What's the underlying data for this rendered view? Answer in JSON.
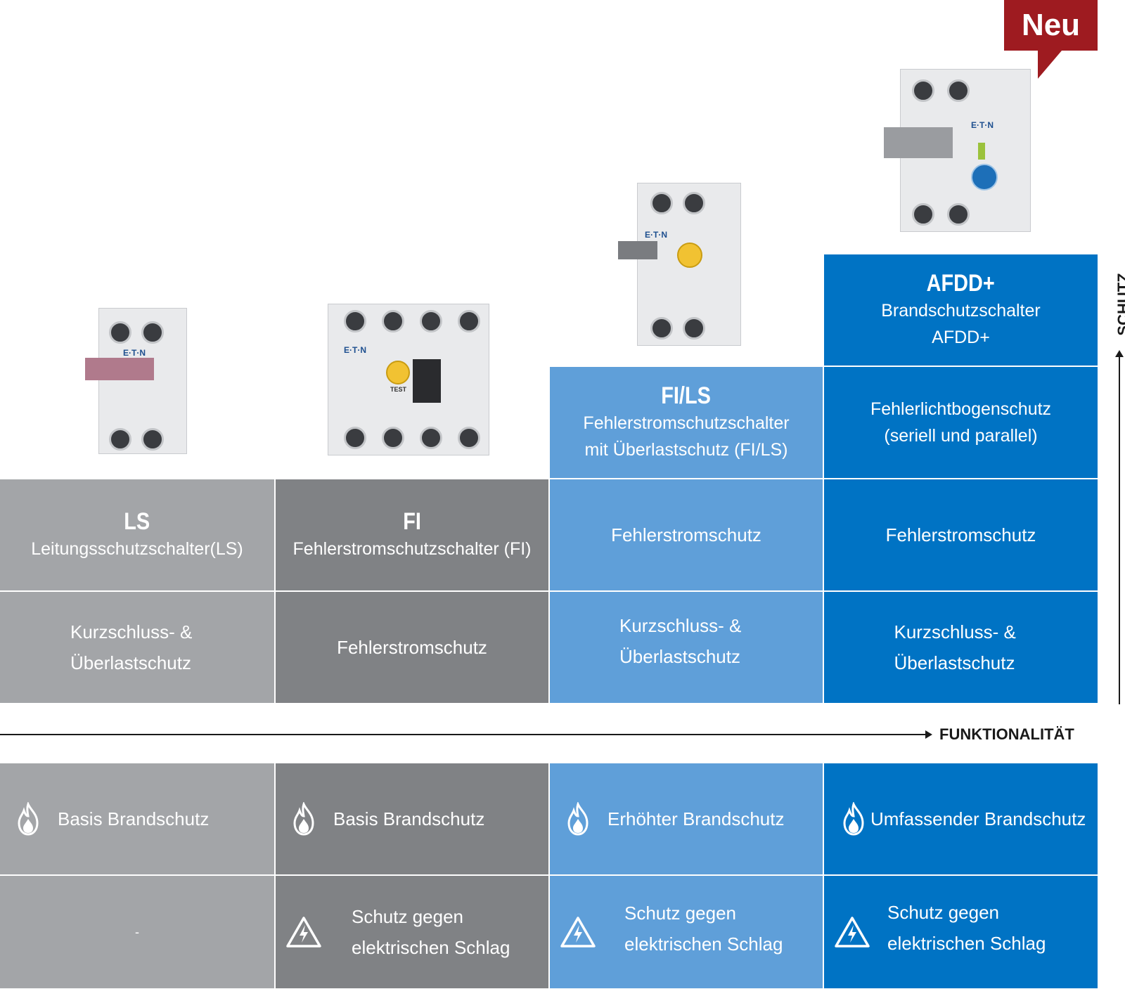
{
  "badge": {
    "label": "Neu"
  },
  "axis": {
    "x_label": "FUNKTIONALITÄT",
    "y_label": "SCHUTZ"
  },
  "products": {
    "ls": {
      "title": "LS",
      "subtitle": "Leitungsschutzschalter(LS)",
      "feature_1": "Kurzschluss- & Überlastschutz",
      "fire": "Basis Brandschutz",
      "shock": "-"
    },
    "fi": {
      "title": "FI",
      "subtitle": "Fehlerstromschutzschalter (FI)",
      "feature_1": "Fehlerstromschutz",
      "fire": "Basis Brandschutz",
      "shock": "Schutz gegen elektrischen Schlag"
    },
    "fils": {
      "title": "FI/LS",
      "subtitle": "Fehlerstromschutzschalter mit Überlastschutz (FI/LS)",
      "feature_1": "Fehlerstromschutz",
      "feature_2": "Kurzschluss- & Überlastschutz",
      "fire": "Erhöhter Brandschutz",
      "shock": "Schutz gegen elektrischen Schlag"
    },
    "afdd": {
      "title": "AFDD+",
      "subtitle": "Brandschutzschalter AFDD+",
      "feature_arc": "Fehlerlichtbogenschutz (seriell und parallel)",
      "feature_1": "Fehlerstromschutz",
      "feature_2": "Kurzschluss- & Überlastschutz",
      "fire": "Umfassender Brandschutz",
      "shock": "Schutz gegen elektrischen Schlag"
    }
  },
  "device_labels": {
    "brand": "E·T·N",
    "test": "TEST"
  },
  "colors": {
    "ls": "#a3a5a8",
    "fi": "#808285",
    "fils": "#5f9fd9",
    "afdd": "#0073c4",
    "badge": "#9e1b20"
  }
}
